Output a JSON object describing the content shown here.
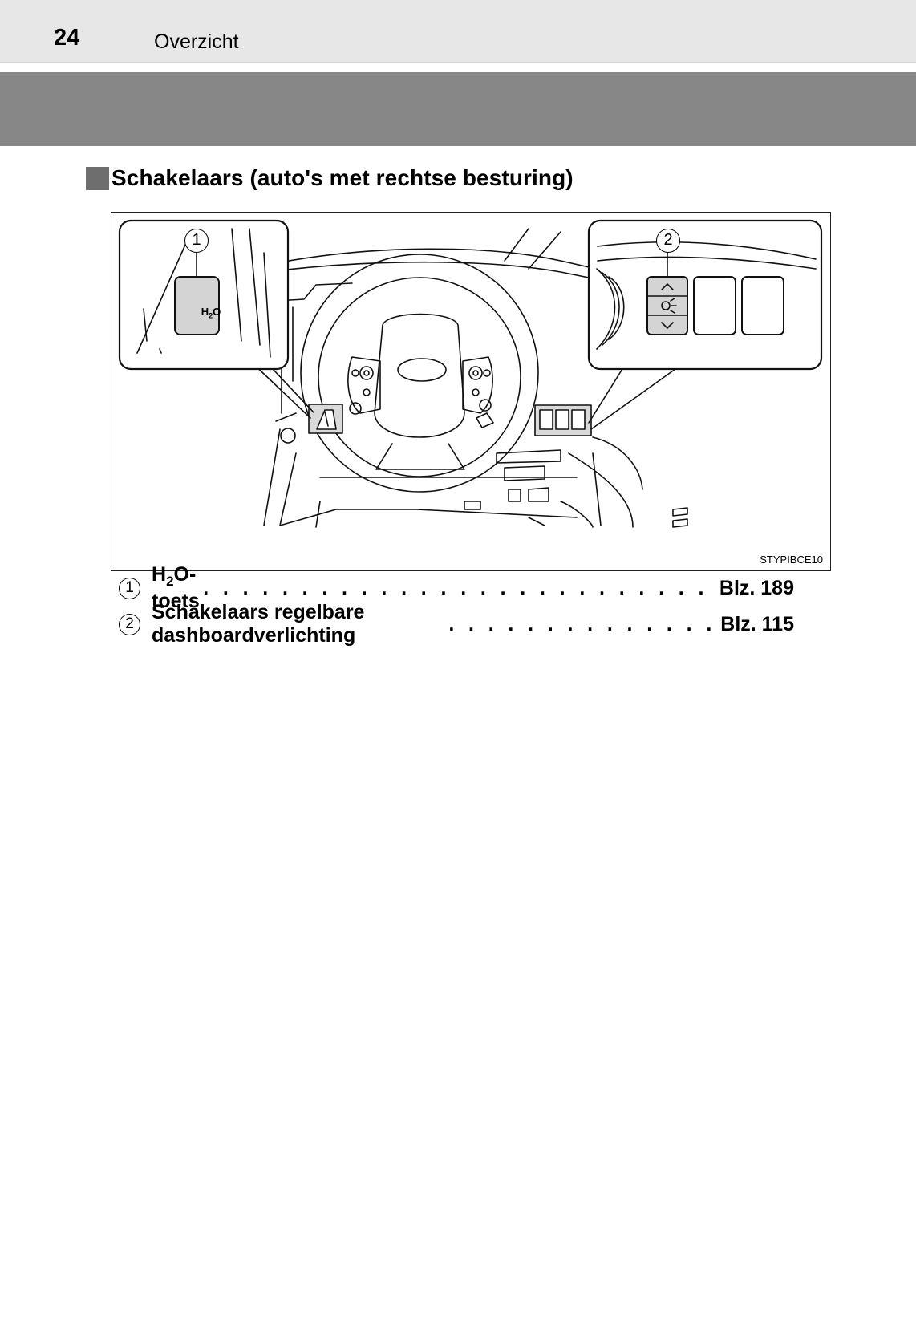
{
  "header": {
    "page_number": "24",
    "chapter_title": "Overzicht"
  },
  "section": {
    "title": "Schakelaars (auto's met rechtse besturing)"
  },
  "figure": {
    "code": "STYPIBCE10",
    "callouts": [
      "1",
      "2"
    ],
    "h2o_button_main": "H",
    "h2o_button_sub": "2",
    "h2o_button_tail": "O"
  },
  "references": [
    {
      "number": "1",
      "label_main": "H",
      "label_sub": "2",
      "label_tail": "O-toets",
      "dots": ". . . . . . . . . . . . . . . . . . . . . . . . . . . . . . . . . . . . . . . . . . . . . . . . . .",
      "page": "Blz. 189"
    },
    {
      "number": "2",
      "label": "Schakelaars regelbare dashboardverlichting",
      "dots": ". . . . . . . . . . . . . . . . . . . .",
      "page": "Blz. 115"
    }
  ]
}
